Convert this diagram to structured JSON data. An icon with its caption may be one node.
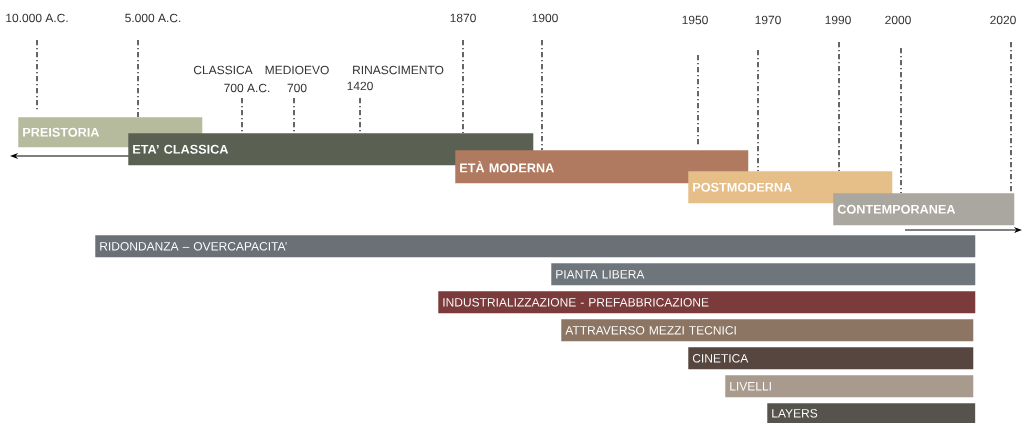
{
  "diagram": {
    "nodes": [
      {
        "text": [
          "PREISTORIA"
        ]
      },
      {
        "text": [
          "ETA’ CLASSICA"
        ]
      },
      {
        "text": [
          "ETÀ MODERNA"
        ]
      },
      {
        "text": [
          "POSTMODERNA"
        ]
      },
      {
        "text": [
          "CONTEMPORANEA"
        ]
      },
      {
        "text": [
          "RIDONDANZA – OVERCAPACITA’"
        ]
      },
      {
        "text": [
          "PIANTA LIBERA"
        ]
      },
      {
        "text": [
          "INDUSTRIALIZZAZIONE - PREFABBRICAZIONE"
        ]
      },
      {
        "text": [
          "ATTRAVERSO MEZZI TECNICI"
        ]
      },
      {
        "text": [
          "CINETICA"
        ]
      },
      {
        "text": [
          "LIVELLI"
        ]
      },
      {
        "text": [
          "LAYERS"
        ]
      }
    ],
    "labels": [
      "10.000 A.C.",
      "5.000 A.C.",
      "1870",
      "1900",
      "1950",
      "1970",
      "1990",
      "2000",
      "2020",
      "CLASSICA",
      "MEDIOEVO",
      "RINASCIMENTO",
      "700 A.C.",
      "700",
      "1420"
    ]
  }
}
